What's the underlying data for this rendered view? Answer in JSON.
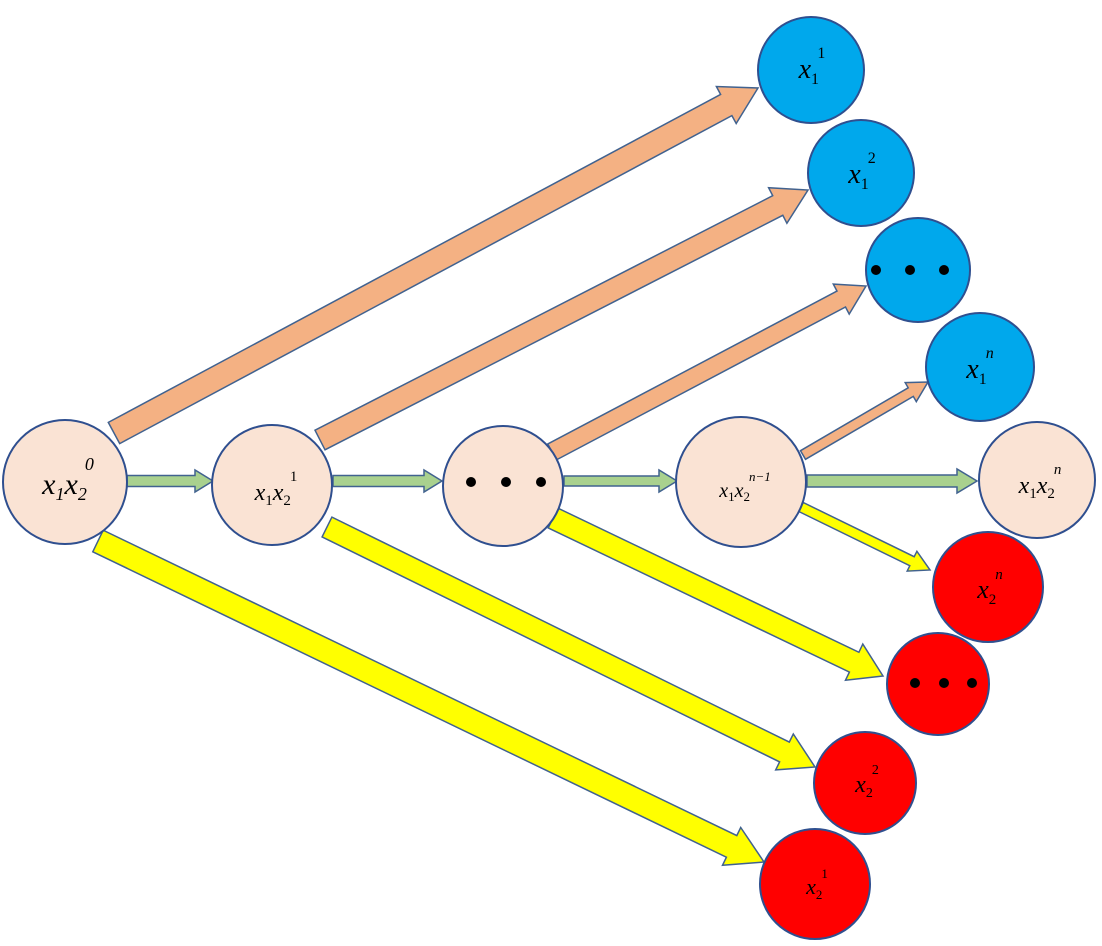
{
  "colors": {
    "chain_node_fill": "#FAE3D4",
    "blue_node_fill": "#00A8EC",
    "red_node_fill": "#FF0000",
    "node_stroke": "#2F4F8F",
    "orange_arrow": "#F4B183",
    "green_arrow": "#A9D18E",
    "yellow_arrow": "#FFFF00",
    "arrow_stroke": "#41628F"
  },
  "nodes": {
    "chain_0": {
      "base1": "x",
      "sub1": "1",
      "base2": "x",
      "sub2": "2",
      "sup": "0"
    },
    "chain_1": {
      "base1": "x",
      "sub1": "1",
      "base2": "x",
      "sub2": "2",
      "sup": "1"
    },
    "chain_dots": {
      "ellipsis": true
    },
    "chain_n1": {
      "base1": "x",
      "sub1": "1",
      "base2": "x",
      "sub2": "2",
      "sup": "n−1"
    },
    "chain_n": {
      "base1": "x",
      "sub1": "1",
      "base2": "x",
      "sub2": "2",
      "sup": "n"
    },
    "blue_1": {
      "base": "x",
      "sub": "1",
      "sup": "1"
    },
    "blue_2": {
      "base": "x",
      "sub": "1",
      "sup": "2"
    },
    "blue_dots": {
      "ellipsis": true
    },
    "blue_n": {
      "base": "x",
      "sub": "1",
      "sup": "n"
    },
    "red_n": {
      "base": "x",
      "sub": "2",
      "sup": "n"
    },
    "red_dots": {
      "ellipsis": true
    },
    "red_2": {
      "base": "x",
      "sub": "2",
      "sup": "2"
    },
    "red_1": {
      "base": "x",
      "sub": "2",
      "sup": "1"
    }
  }
}
